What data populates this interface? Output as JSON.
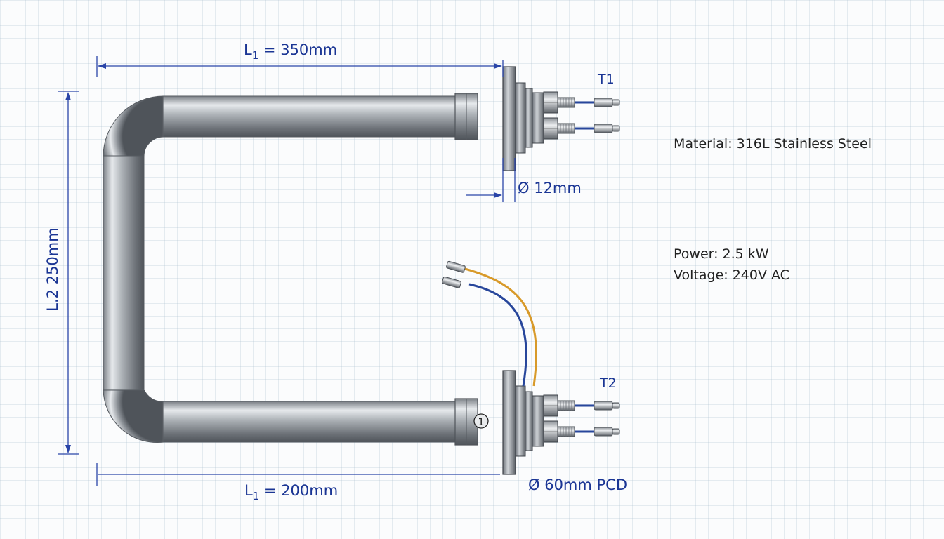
{
  "dimensions": {
    "top_length": {
      "symbol": "L",
      "subscript": "1",
      "value": " = 350mm"
    },
    "vertical_length": "L.2 250mm",
    "bottom_length": {
      "symbol": "L",
      "subscript": "1",
      "value": " = 200mm"
    },
    "tube_diameter": "Ø 12mm",
    "flange_pcd": "Ø 60mm PCD"
  },
  "terminals": {
    "t1": "T1",
    "t2": "T2"
  },
  "marker": "1",
  "specs": {
    "material": "Material: 316L Stainless Steel",
    "power": "Power: 2.5 kW",
    "voltage": "Voltage: 240V AC"
  },
  "colors": {
    "dimension": "#1a3594",
    "wire_blue": "#27469b",
    "wire_orange": "#d89a2a",
    "steel": "#9aa0a6"
  }
}
